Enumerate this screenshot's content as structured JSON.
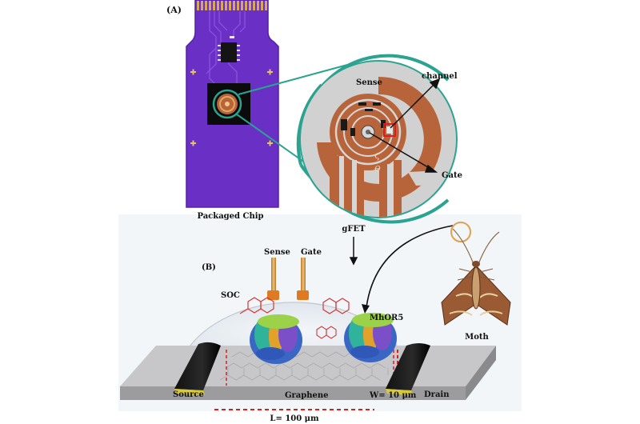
{
  "panel_a": {
    "label": "(A)",
    "chip_caption": "Packaged Chip",
    "sense_label": "Sense",
    "channel_label": "channel",
    "gate_label": "Gate",
    "gfet_label": "gFET"
  },
  "panel_b": {
    "label": "(B)",
    "sense_label": "Sense",
    "gate_label": "Gate",
    "soc_label": "SOC",
    "receptor_label": "MhOR5",
    "moth_label": "Moth",
    "source_label": "Source",
    "graphene_label": "Graphene",
    "width_label": "W= 10 μm",
    "drain_label": "Drain",
    "length_label": "L= 100 μm"
  },
  "colors": {
    "chip_purple": "#6a2fc4",
    "copper": "#b8643a",
    "teal": "#2aa390",
    "gold": "#d8a85a",
    "graphene_gray": "#c9c9cb",
    "dashed_red": "#d42020"
  }
}
